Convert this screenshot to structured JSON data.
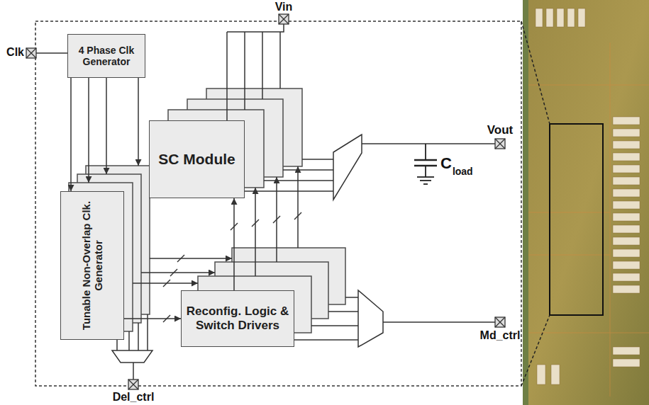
{
  "diagram": {
    "nodes": [
      {
        "text": [
          "4 Phase Clk Generator"
        ]
      },
      {
        "text": [
          "Tunable Non-Overlap Clk. Generator"
        ]
      },
      {
        "text": [
          "SC Module"
        ]
      },
      {
        "text": [
          "Reconfig. Logic & Switch Drivers"
        ]
      }
    ],
    "edges": [
      {
        "from": 0,
        "to": 1,
        "arrow": "to"
      },
      {
        "from": 1,
        "to": 3,
        "arrow": "to"
      },
      {
        "from": 3,
        "to": 2,
        "arrow": "to"
      }
    ],
    "labels": [
      "Vin",
      "Clk",
      "Vout",
      "Md_ctrl",
      "Del_ctrl",
      "C",
      "load"
    ]
  }
}
